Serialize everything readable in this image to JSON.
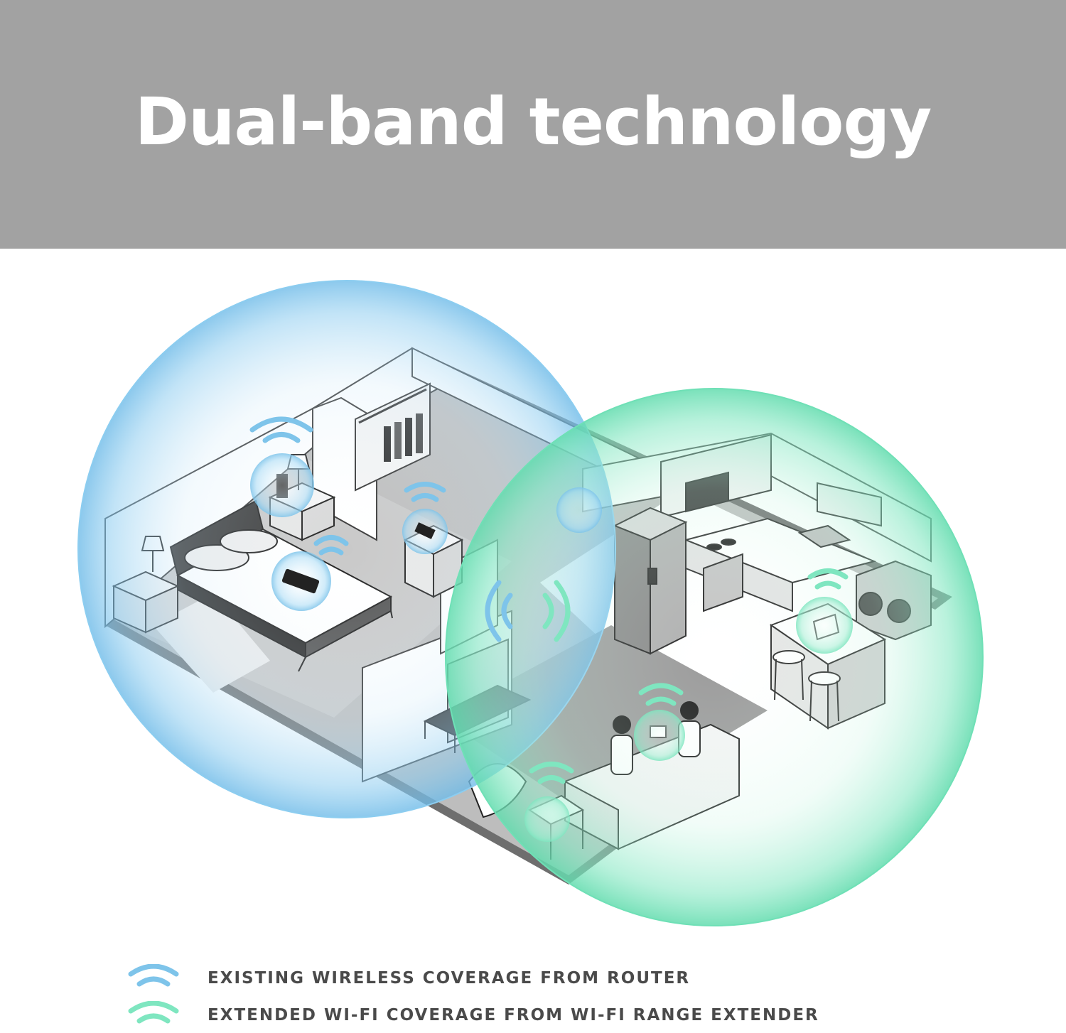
{
  "banner": {
    "title": "Dual-band technology"
  },
  "colors": {
    "banner_bg": "#a2a2a2",
    "router_blue": "#7ec4ea",
    "extender_green": "#7fe6c0",
    "line": "#222222",
    "floor": "#b9b9b9"
  },
  "legend": {
    "items": [
      {
        "icon": "wifi-icon",
        "color": "#7ec4ea",
        "label": "EXISTING WIRELESS COVERAGE FROM ROUTER"
      },
      {
        "icon": "wifi-icon",
        "color": "#7fe6c0",
        "label": "EXTENDED WI-FI COVERAGE FROM WI-FI RANGE EXTENDER"
      }
    ]
  }
}
